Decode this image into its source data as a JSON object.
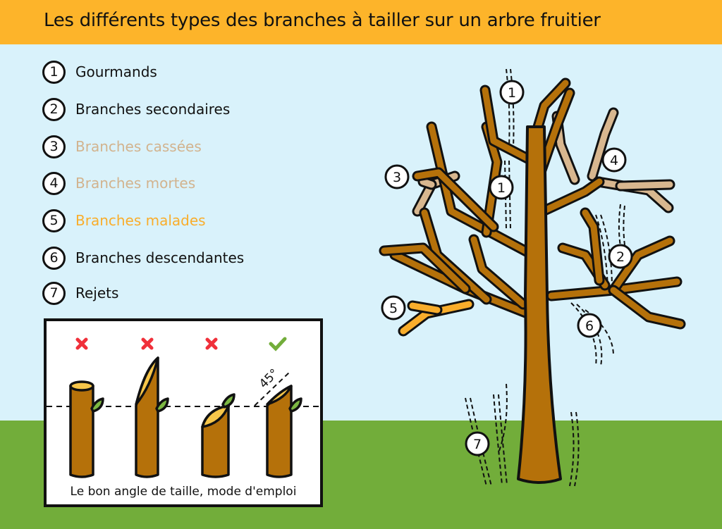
{
  "header": {
    "title": "Les différents types des branches à tailler sur un arbre fruitier"
  },
  "legend": [
    {
      "num": "1",
      "label": "Gourmands",
      "color": "#111111"
    },
    {
      "num": "2",
      "label": "Branches secondaires",
      "color": "#111111"
    },
    {
      "num": "3",
      "label": "Branches cassées",
      "color": "#d2b38e"
    },
    {
      "num": "4",
      "label": "Branches mortes",
      "color": "#d2b38e"
    },
    {
      "num": "5",
      "label": "Branches malades",
      "color": "#f9ad2b"
    },
    {
      "num": "6",
      "label": "Branches descendantes",
      "color": "#111111"
    },
    {
      "num": "7",
      "label": "Rejets",
      "color": "#111111"
    }
  ],
  "inset": {
    "caption": "Le bon angle de taille, mode d'emploi",
    "angle_label": "45°",
    "marks": [
      "wrong",
      "wrong",
      "wrong",
      "correct"
    ]
  },
  "tree_labels": [
    "1",
    "1",
    "2",
    "3",
    "4",
    "5",
    "6",
    "7"
  ],
  "colors": {
    "header": "#fdb42a",
    "sky": "#d9f2fb",
    "grass": "#72ad3a",
    "wood": "#b5710a",
    "dead": "#d8b78f",
    "sick": "#f9ad2b",
    "cut": "#f7c64a",
    "bud": "#7cb842",
    "wrong": "#f0303a",
    "correct": "#72ad3a"
  }
}
